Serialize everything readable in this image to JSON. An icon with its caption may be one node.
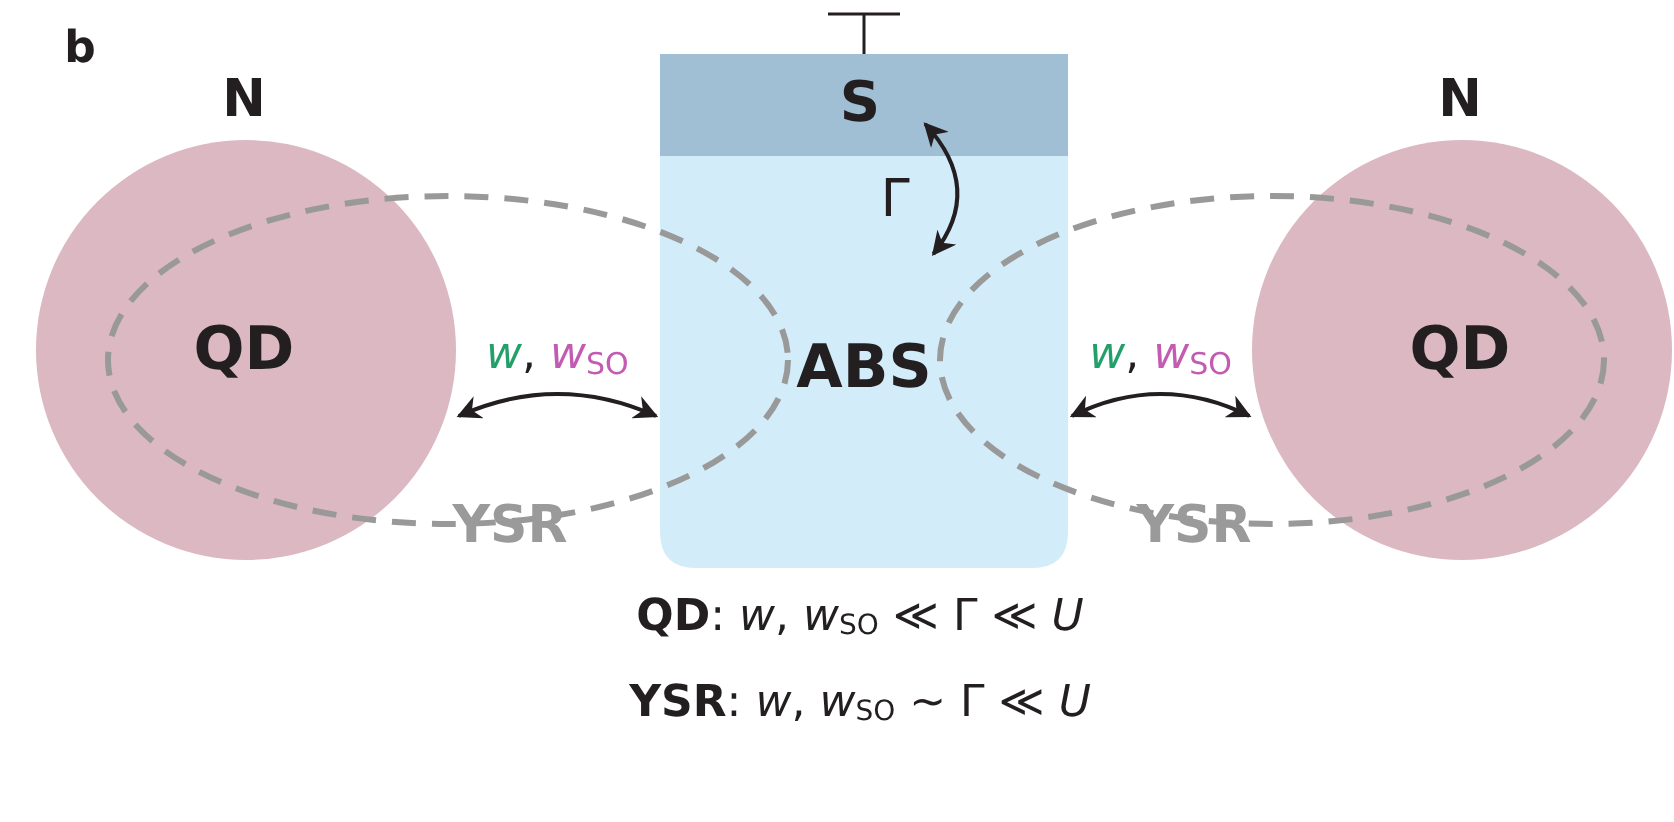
{
  "diagram": {
    "nodes": [
      {
        "text": [
          "N",
          "QD"
        ]
      },
      {
        "text": [
          "S"
        ]
      },
      {
        "text": [
          "ABS"
        ]
      },
      {
        "text": [
          "N",
          "QD"
        ]
      }
    ],
    "edges": [
      {
        "from": 0,
        "to": 2,
        "arrow": "both",
        "label": "*w*, *w*$_{SO}$"
      },
      {
        "from": 1,
        "to": 2,
        "arrow": "both",
        "label": "Γ"
      },
      {
        "from": 3,
        "to": 2,
        "arrow": "both",
        "label": "*w*, *w*$_{SO}$"
      }
    ],
    "labels": [
      "b",
      "YSR",
      "YSR",
      "**QD**: *w*, *w*$_{SO}$ ≪ Γ ≪ *U*",
      "**YSR**: *w*, *w*$_{SO}$ ~ Γ ≪ *U*"
    ]
  }
}
